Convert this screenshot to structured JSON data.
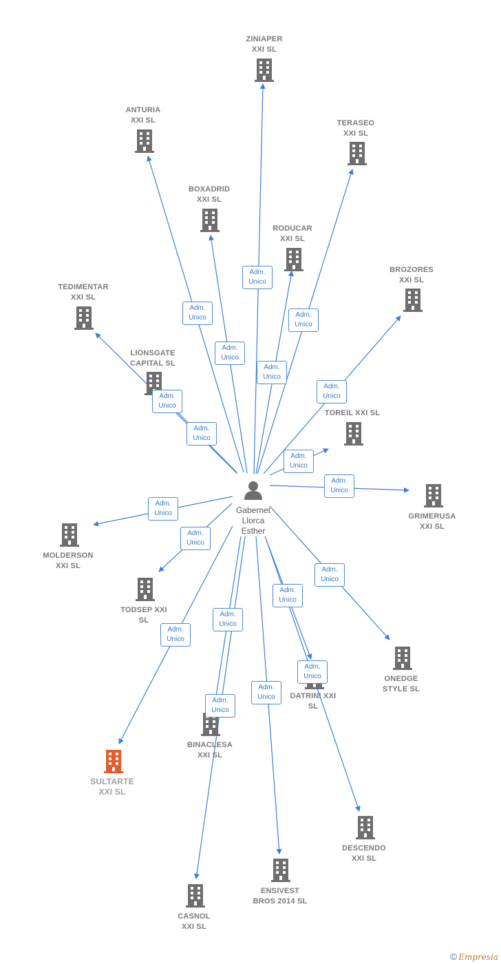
{
  "center": {
    "name": [
      "Gabernet",
      "Llorca",
      "Esther"
    ]
  },
  "edge_label": [
    "Adm.",
    "Unico"
  ],
  "colors": {
    "edge": "#3a7fd8",
    "building": "#6e6e6e",
    "highlight": "#e85a2c"
  },
  "companies": [
    {
      "id": "ziniaper",
      "name": [
        "ZINIAPER",
        "XXI  SL"
      ]
    },
    {
      "id": "anturia",
      "name": [
        "ANTURIA",
        "XXI  SL"
      ]
    },
    {
      "id": "teraseo",
      "name": [
        "TERASEO",
        "XXI  SL"
      ]
    },
    {
      "id": "boxadrid",
      "name": [
        "BOXADRID",
        "XXI  SL"
      ]
    },
    {
      "id": "roducar",
      "name": [
        "RODUCAR",
        "XXI  SL"
      ]
    },
    {
      "id": "brozores",
      "name": [
        "BROZORES",
        "XXI  SL"
      ]
    },
    {
      "id": "tedimentar",
      "name": [
        "TEDIMENTAR",
        "XXI  SL"
      ]
    },
    {
      "id": "lionsgate",
      "name": [
        "LIONSGATE",
        "CAPITAL  SL"
      ]
    },
    {
      "id": "toreil",
      "name": [
        "TOREIL XXI  SL"
      ]
    },
    {
      "id": "grimerusa",
      "name": [
        "GRIMERUSA",
        "XXI  SL"
      ]
    },
    {
      "id": "molderson",
      "name": [
        "MOLDERSON",
        "XXI  SL"
      ]
    },
    {
      "id": "todsep",
      "name": [
        "TODSEP XXI",
        "SL"
      ]
    },
    {
      "id": "onedge",
      "name": [
        "ONEDGE",
        "STYLE  SL"
      ]
    },
    {
      "id": "datrini",
      "name": [
        "DATRINI XXI",
        "SL"
      ]
    },
    {
      "id": "binaclesa",
      "name": [
        "BINACLESA",
        "XXI  SL"
      ]
    },
    {
      "id": "sultarte",
      "name": [
        "SULTARTE",
        "XXI  SL"
      ],
      "highlight": true
    },
    {
      "id": "descendo",
      "name": [
        "DESCENDO",
        "XXI  SL"
      ]
    },
    {
      "id": "ensivest",
      "name": [
        "ENSIVEST",
        "BROS 2014  SL"
      ]
    },
    {
      "id": "casnol",
      "name": [
        "CASNOL",
        "XXI  SL"
      ]
    }
  ],
  "footer": {
    "copyright": "©",
    "brand": "Empresia"
  }
}
